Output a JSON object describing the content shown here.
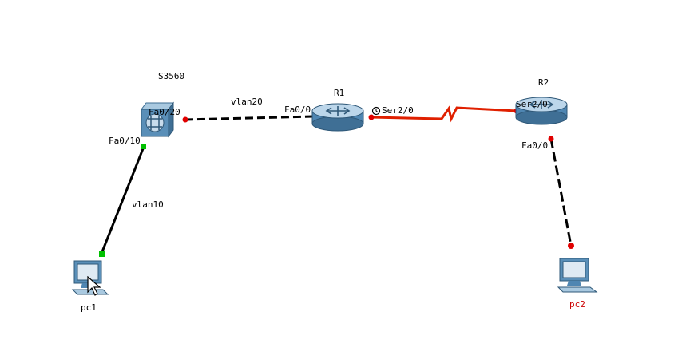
{
  "devices": {
    "switch": {
      "name": "S3560",
      "icon": "multilayer-switch-icon"
    },
    "r1": {
      "name": "R1",
      "icon": "router-icon"
    },
    "r2": {
      "name": "R2",
      "icon": "router-icon"
    },
    "pc1": {
      "name": "pc1",
      "icon": "pc-icon",
      "label_color": "#000000"
    },
    "pc2": {
      "name": "pc2",
      "icon": "pc-icon",
      "label_color": "#cc0000"
    }
  },
  "ports": {
    "sw_fa020": "Fa0/20",
    "sw_fa010": "Fa0/10",
    "r1_fa00": "Fa0/0",
    "r1_ser20": "Ser2/0",
    "r2_ser20": "Ser2/0",
    "r2_fa00": "Fa0/0"
  },
  "links": {
    "vlan20": "vlan20",
    "vlan10": "vlan10"
  },
  "colors": {
    "link_up": "#00c000",
    "link_down": "#e00000",
    "serial": "#e02000",
    "cable": "#000000",
    "device_blue": "#5a8fb8"
  },
  "cursor": {
    "icon": "mouse-pointer-icon"
  }
}
